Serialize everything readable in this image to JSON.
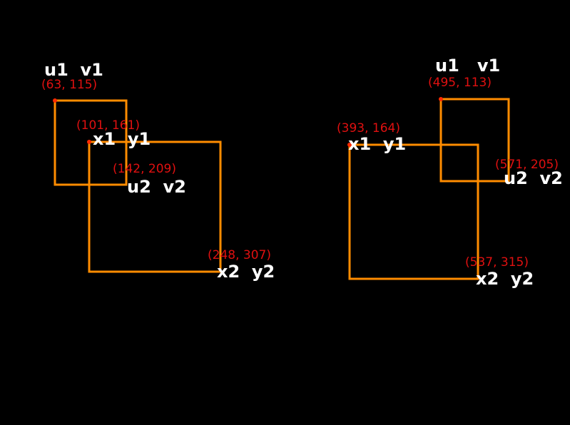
{
  "colors": {
    "background": "#000000",
    "box_stroke": "#ff8c00",
    "corner_dot": "#ff2a00",
    "coord_text": "#e01010",
    "label_text": "#ffffff"
  },
  "left_diagram": {
    "box_uv": {
      "top_left_label": "u1  v1",
      "top_left_coord": "(63, 115)",
      "bottom_right_label": "u2  v2",
      "bottom_right_coord": "(142, 209)"
    },
    "box_xy": {
      "top_left_label": "x1  y1",
      "top_left_coord": "(101, 161)",
      "bottom_right_label": "x2  y2",
      "bottom_right_coord": "(248, 307)"
    }
  },
  "right_diagram": {
    "box_uv": {
      "top_left_label": "u1   v1",
      "top_left_coord": "(495, 113)",
      "bottom_right_label": "u2  v2",
      "bottom_right_coord": "(571, 205)"
    },
    "box_xy": {
      "top_left_label": "x1  y1",
      "top_left_coord": "(393, 164)",
      "bottom_right_label": "x2  y2",
      "bottom_right_coord": "(537, 315)"
    }
  }
}
